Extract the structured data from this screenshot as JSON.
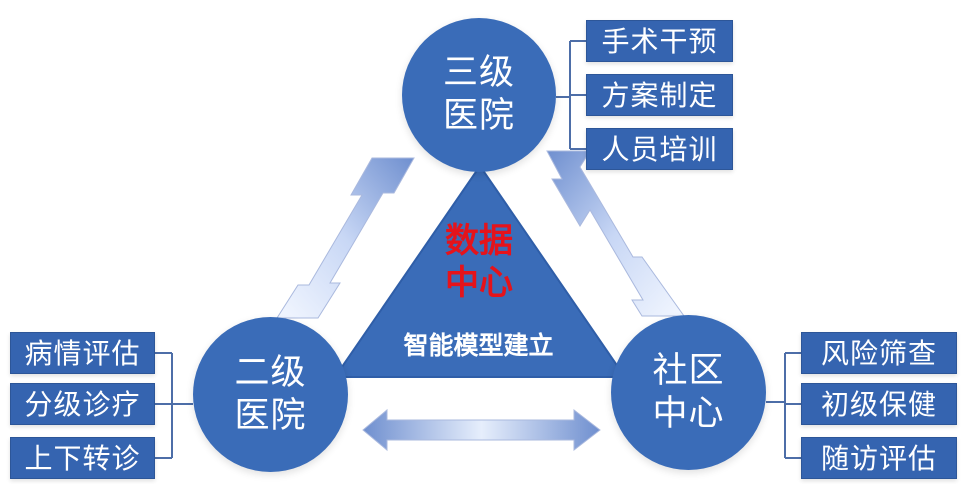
{
  "nodes": {
    "tertiary": {
      "line1": "三级",
      "line2": "医院",
      "items": [
        "手术干预",
        "方案制定",
        "人员培训"
      ]
    },
    "secondary": {
      "line1": "二级",
      "line2": "医院",
      "items": [
        "病情评估",
        "分级诊疗",
        "上下转诊"
      ]
    },
    "community": {
      "line1": "社区",
      "line2": "中心",
      "items": [
        "风险筛查",
        "初级保健",
        "随访评估"
      ]
    }
  },
  "center": {
    "line1": "数据",
    "line2": "中心",
    "model": "智能模型建立"
  },
  "colors": {
    "primary": "#3a6cb8",
    "box": "#3564b0",
    "accent": "#e5131b",
    "connector": "#8ea7d9"
  }
}
